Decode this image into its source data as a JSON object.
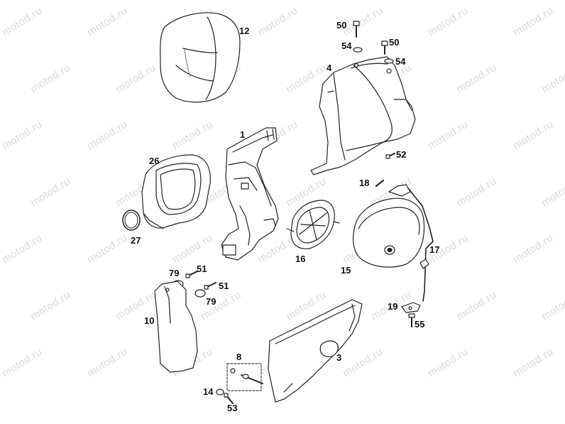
{
  "watermark": "motod.ru",
  "labels": {
    "p1": "1",
    "p3": "3",
    "p4": "4",
    "p8": "8",
    "p10": "10",
    "p12": "12",
    "p14": "14",
    "p15": "15",
    "p16": "16",
    "p17": "17",
    "p18": "18",
    "p19": "19",
    "p26": "26",
    "p27": "27",
    "p50a": "50",
    "p50b": "50",
    "p51a": "51",
    "p51b": "51",
    "p52": "52",
    "p53": "53",
    "p54a": "54",
    "p54b": "54",
    "p55": "55",
    "p79a": "79",
    "p79b": "79"
  }
}
